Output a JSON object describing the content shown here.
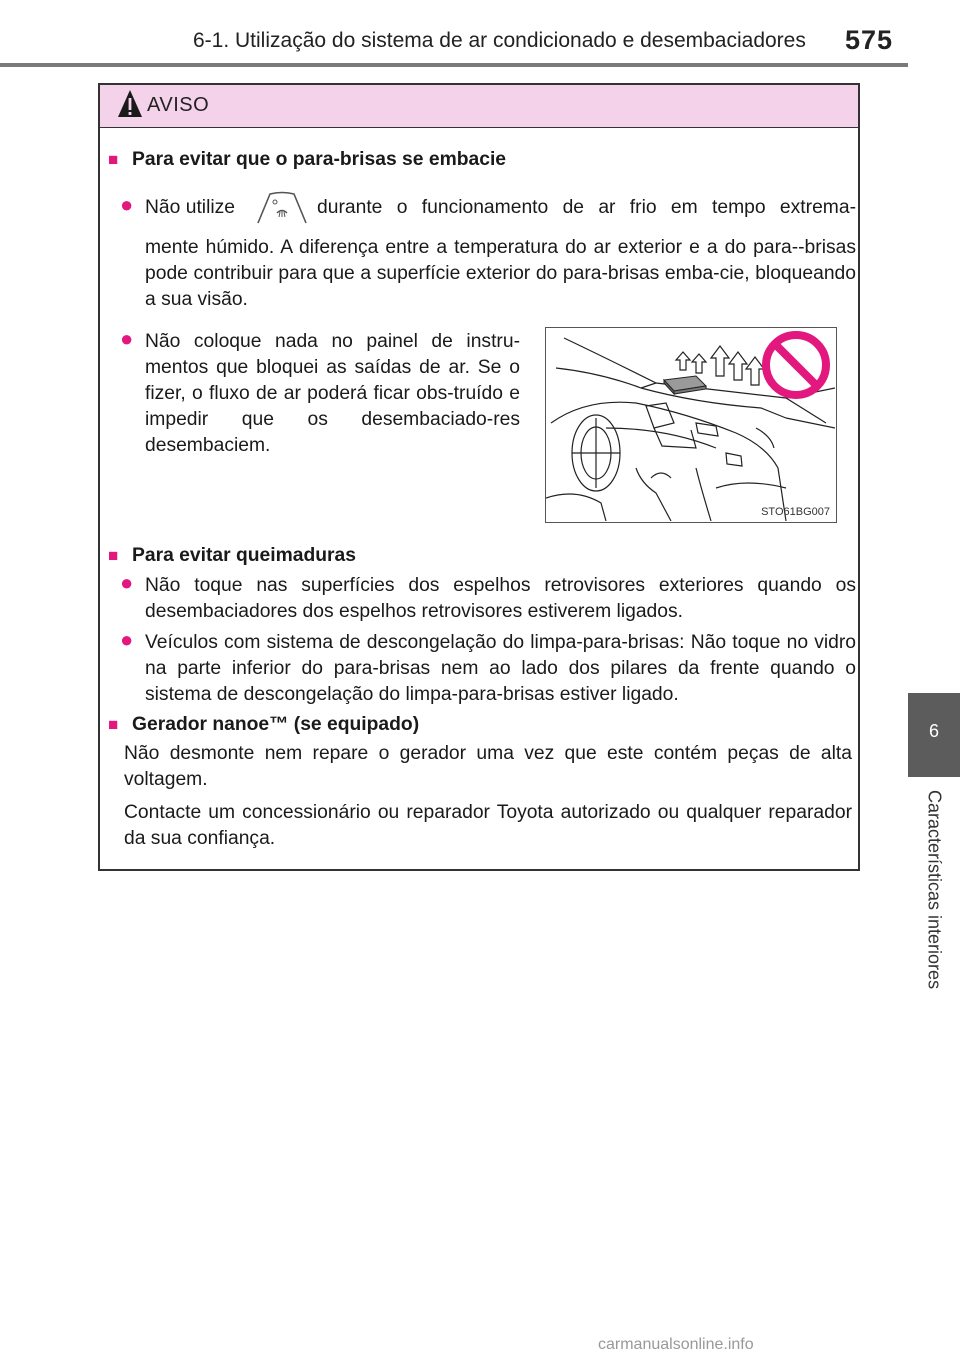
{
  "header": {
    "section_title": "6-1. Utilização do sistema de ar condicionado e desembaciadores",
    "page_number": "575"
  },
  "side_tab": {
    "chapter_number": "6",
    "chapter_label": "Características interiores"
  },
  "warning": {
    "title": "AVISO",
    "section1": {
      "heading": "Para evitar que o para-brisas se embacie",
      "bullet1_a": "Não utilize",
      "bullet1_b": "durante o funcionamento de ar frio em tempo extrema-",
      "bullet1_c": "mente húmido. A diferença entre a temperatura do ar exterior e a do para--brisas pode contribuir para que a superfície exterior do para-brisas emba-cie, bloqueando a sua visão.",
      "bullet2": "Não coloque nada no painel de instru-mentos que bloquei as saídas de ar. Se o fizer, o fluxo de ar poderá ficar obs-truído e impedir que os desembaciado-res desembaciem.",
      "illustration_code": "STO61BG007"
    },
    "section2": {
      "heading": "Para evitar queimaduras",
      "bullet1": "Não toque nas superfícies dos espelhos retrovisores exteriores quando os desembaciadores dos espelhos retrovisores estiverem ligados.",
      "bullet2": "Veículos com sistema de descongelação do limpa-para-brisas: Não toque no vidro na parte inferior do para-brisas nem ao lado dos pilares da frente quando o sistema de descongelação do limpa-para-brisas estiver ligado."
    },
    "section3": {
      "heading": "Gerador nanoe™ (se equipado)",
      "para1": "Não desmonte nem repare o gerador uma vez que este contém peças de alta voltagem.",
      "para2": "Contacte um concessionário ou reparador Toyota autorizado ou qualquer reparador da sua confiança."
    }
  },
  "footer": {
    "watermark": "carmanualsonline.info"
  }
}
